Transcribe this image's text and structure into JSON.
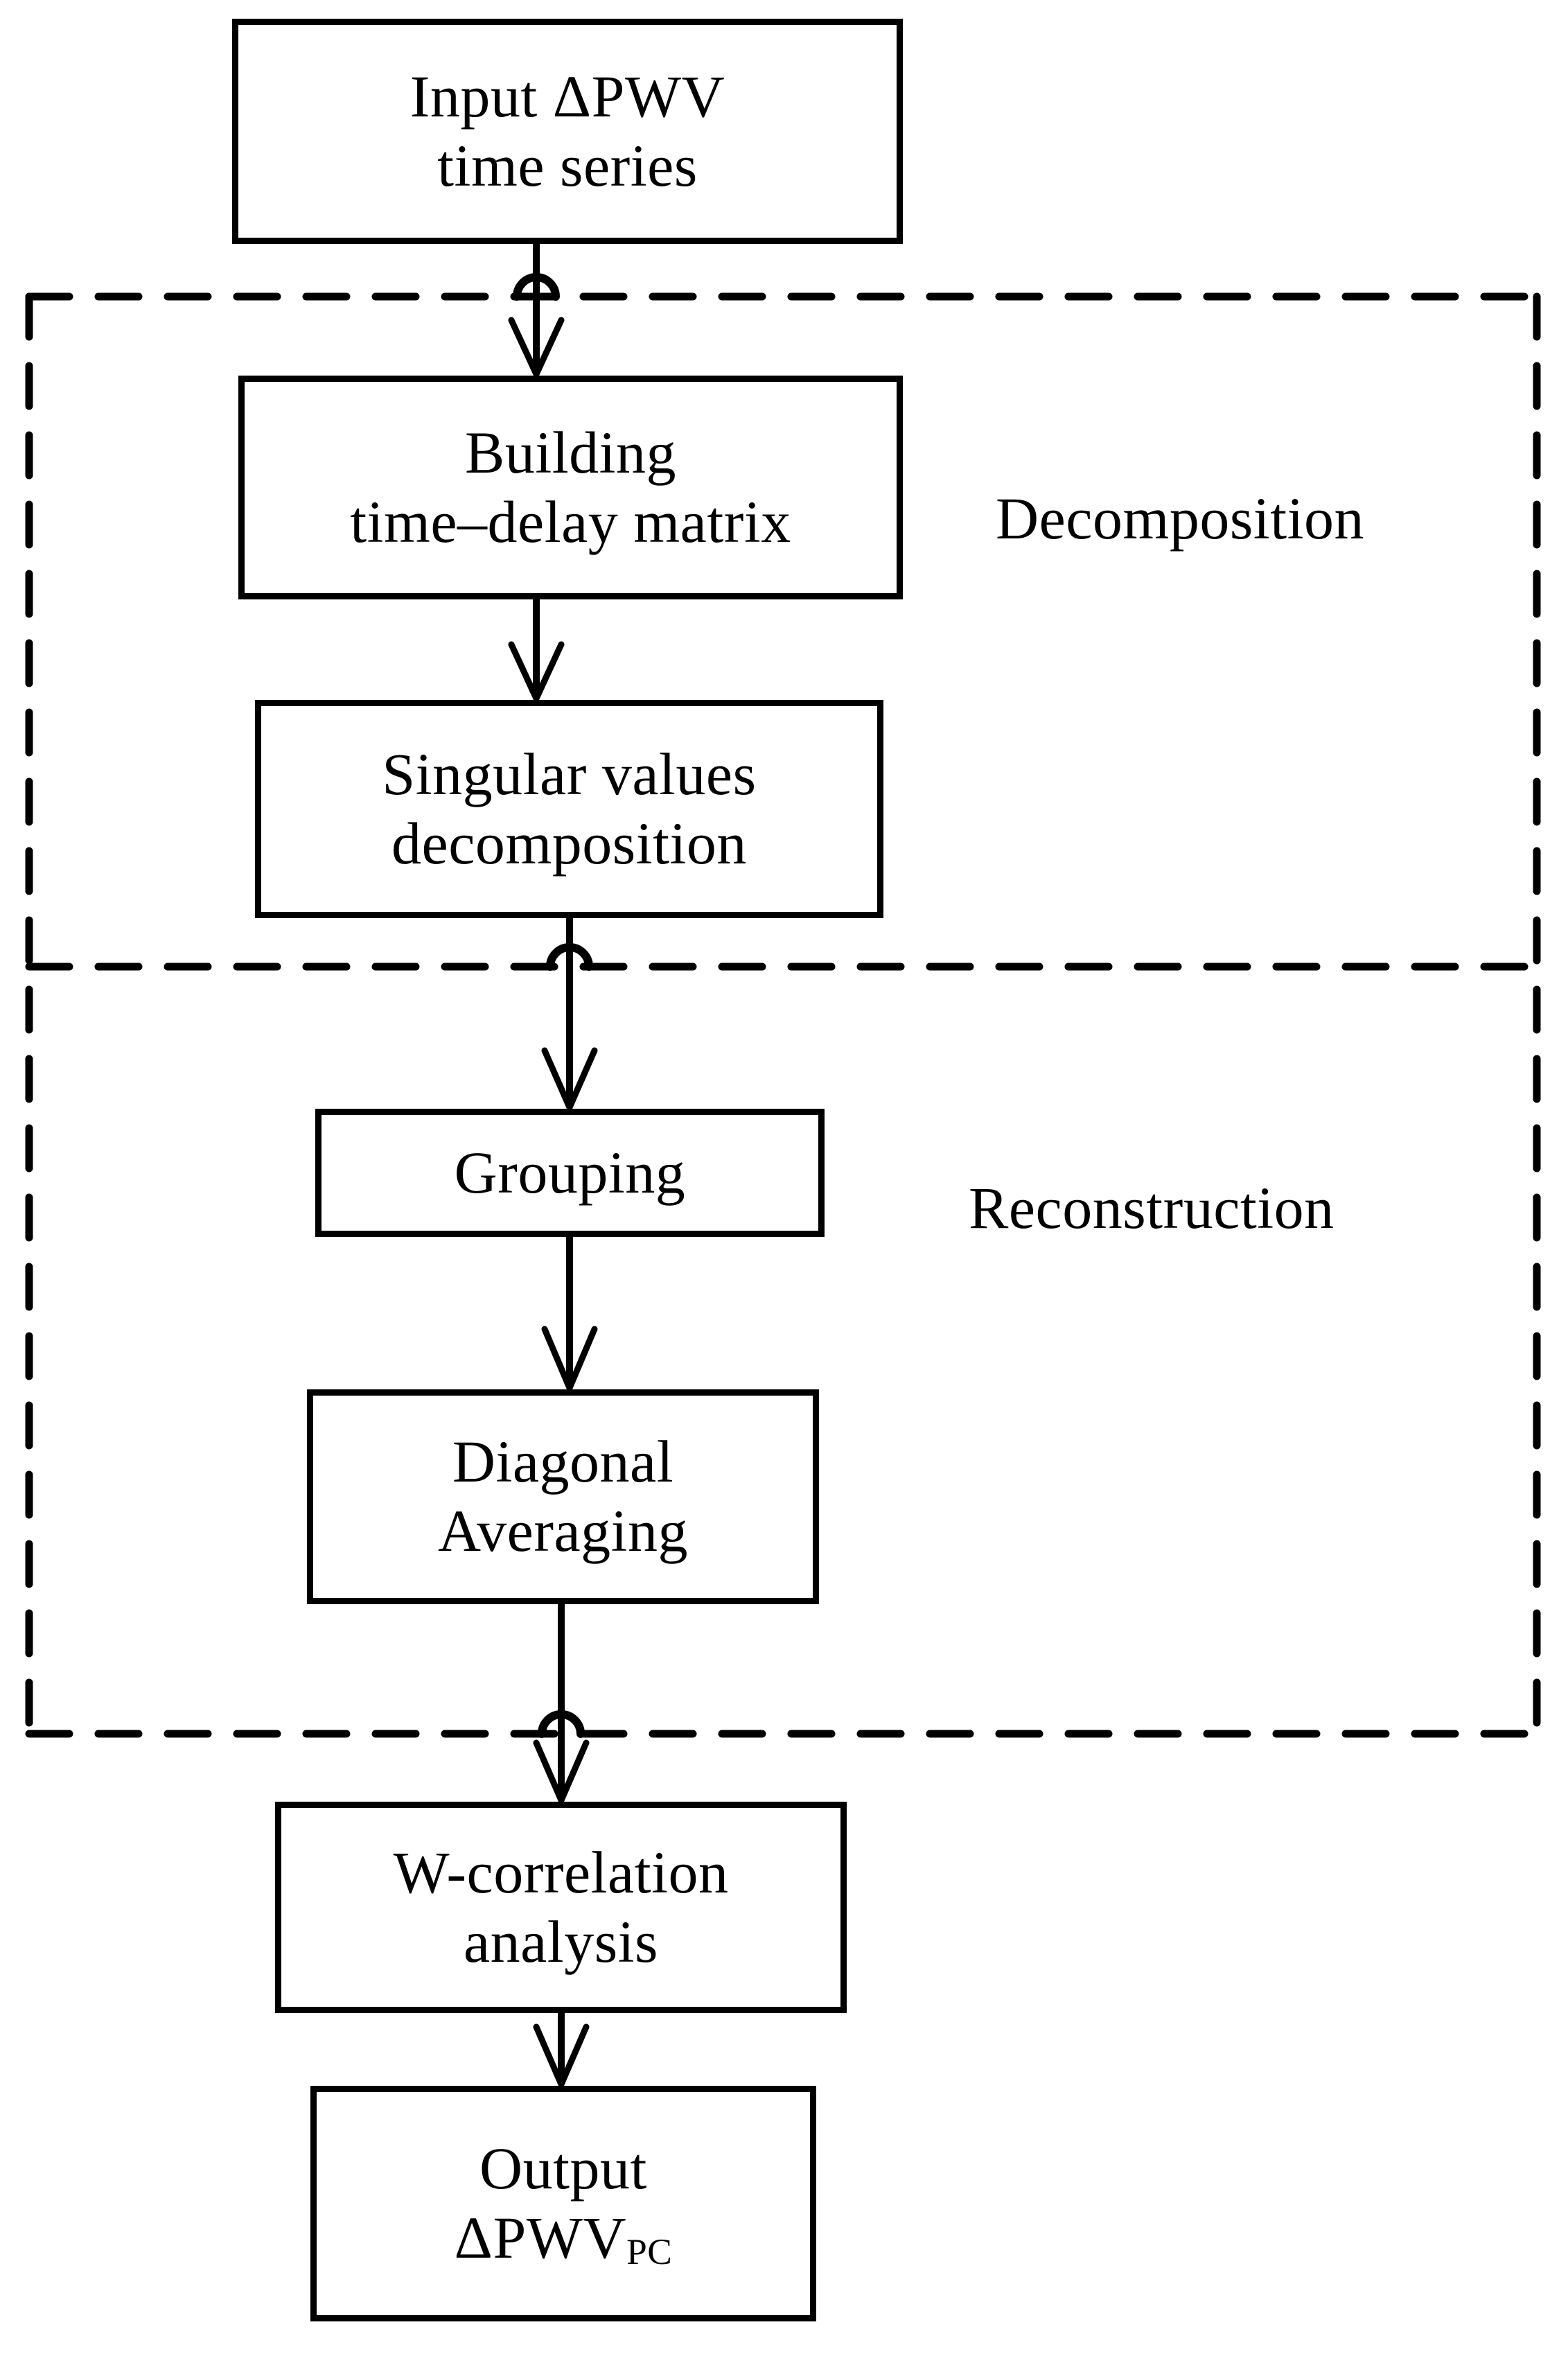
{
  "diagram": {
    "title": "Singular Spectrum Analysis processing flowchart",
    "type": "flowchart",
    "background_color": "#ffffff",
    "line_color": "#000000",
    "orientation": "top-to-bottom"
  },
  "nodes": [
    {
      "id": "input",
      "shape": "rectangle",
      "line1": "Input ΔPWV",
      "line2": "time series"
    },
    {
      "id": "time_delay",
      "shape": "rectangle",
      "line1": "Building",
      "line2": "time–delay matrix"
    },
    {
      "id": "svd",
      "shape": "rectangle",
      "line1": "Singular values",
      "line2": "decomposition"
    },
    {
      "id": "grouping",
      "shape": "rectangle",
      "line1": "Grouping",
      "line2": ""
    },
    {
      "id": "diagonal_averaging",
      "shape": "rectangle",
      "line1": "Diagonal",
      "line2": "Averaging"
    },
    {
      "id": "wcorrelation",
      "shape": "rectangle",
      "line1": "W-correlation",
      "line2": "analysis"
    },
    {
      "id": "output",
      "shape": "rectangle",
      "line1": "Output",
      "line2_base": "ΔPWV",
      "line2_subscript": "PC"
    }
  ],
  "group_labels": {
    "decomposition": "Decomposition",
    "reconstruction": "Reconstruction"
  },
  "edges": [
    {
      "from": "input",
      "to": "time_delay",
      "style": "solid-arrow",
      "crosses_boundary": true
    },
    {
      "from": "time_delay",
      "to": "svd",
      "style": "solid-arrow",
      "crosses_boundary": false
    },
    {
      "from": "svd",
      "to": "grouping",
      "style": "solid-arrow",
      "crosses_boundary": true
    },
    {
      "from": "grouping",
      "to": "diagonal_averaging",
      "style": "solid-arrow",
      "crosses_boundary": false
    },
    {
      "from": "diagonal_averaging",
      "to": "wcorrelation",
      "style": "solid-arrow",
      "crosses_boundary": true
    },
    {
      "from": "wcorrelation",
      "to": "output",
      "style": "solid-arrow",
      "crosses_boundary": false
    }
  ],
  "containers": [
    {
      "id": "decomposition_group",
      "border": "dashed",
      "label_ref": "decomposition"
    },
    {
      "id": "reconstruction_group",
      "border": "dashed",
      "label_ref": "reconstruction"
    }
  ]
}
